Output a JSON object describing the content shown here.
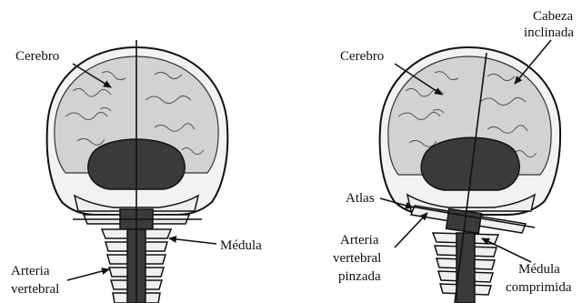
{
  "left_panel": {
    "labels": {
      "cerebro": "Cerebro",
      "medula": "Médula",
      "arteria_line1": "Arteria",
      "arteria_line2": "vertebral"
    }
  },
  "right_panel": {
    "labels": {
      "cerebro": "Cerebro",
      "cabeza_line1": "Cabeza",
      "cabeza_line2": "inclinada",
      "atlas": "Atlas",
      "arteria_line1": "Arteria",
      "arteria_line2": "vertebral",
      "arteria_line3": "pinzada",
      "medula_line1": "Médula",
      "medula_line2": "comprimida"
    }
  },
  "colors": {
    "brain": "#d2d2d2",
    "cavity": "#3a3a3a",
    "bone": "#f2f2f2",
    "ink": "#111111"
  }
}
